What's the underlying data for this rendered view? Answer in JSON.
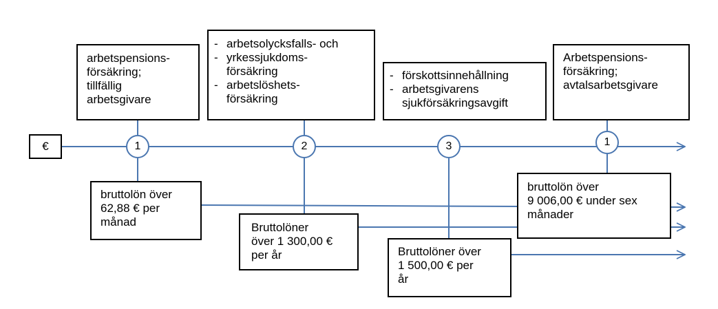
{
  "start": {
    "label": "€"
  },
  "nodes": [
    {
      "label": "1"
    },
    {
      "label": "2"
    },
    {
      "label": "3"
    },
    {
      "label": "1"
    }
  ],
  "top_boxes": [
    {
      "lines": [
        "arbetspensions-",
        "försäkring;",
        "tillfällig",
        "arbetsgivare"
      ]
    },
    {
      "items": [
        {
          "lines": [
            "arbetsolycksfalls- och"
          ]
        },
        {
          "lines": [
            "yrkessjukdoms-",
            "försäkring"
          ]
        },
        {
          "lines": [
            "arbetslöshets-",
            "försäkring"
          ]
        }
      ]
    },
    {
      "items": [
        {
          "lines": [
            "förskottsinnehållning"
          ]
        },
        {
          "lines": [
            "arbetsgivarens",
            "sjukförsäkringsavgift"
          ]
        }
      ]
    },
    {
      "lines": [
        "Arbetspensions-",
        "försäkring;",
        "avtalsarbetsgivare"
      ]
    }
  ],
  "bottom_boxes": [
    {
      "lines": [
        "bruttolön över",
        "62,88 € per",
        "månad"
      ]
    },
    {
      "lines": [
        "Bruttolöner",
        "över 1 300,00 €",
        "per år"
      ]
    },
    {
      "lines": [
        "Bruttolöner över",
        "1 500,00 € per",
        "år"
      ]
    },
    {
      "lines": [
        "bruttolön över",
        "9 006,00 € under sex",
        "månader"
      ]
    }
  ],
  "colors": {
    "line": "#4a76b0",
    "border": "#000000"
  }
}
